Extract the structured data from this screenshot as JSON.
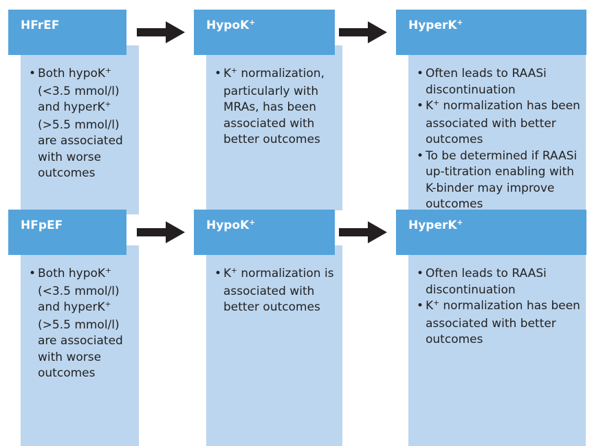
{
  "rows": [
    {
      "columns": [
        {
          "header": "HFrEF",
          "sup": "",
          "bullets": [
            {
              "parts": [
                "Both hypoK",
                "+",
                " (<3.5 mmol/l) and hyperK",
                "+",
                " (>5.5 mmol/l) are associated with worse outcomes"
              ]
            }
          ]
        },
        {
          "header": "HypoK",
          "sup": "+",
          "bullets": [
            {
              "parts": [
                "K",
                "+",
                " normalization, particularly with MRAs, has been associated with better outcomes"
              ]
            }
          ]
        },
        {
          "header": "HyperK",
          "sup": "+",
          "bullets": [
            {
              "parts": [
                "Often leads to RAASi discontinuation"
              ]
            },
            {
              "parts": [
                "K",
                "+",
                " normalization has been associated with better outcomes"
              ]
            },
            {
              "parts": [
                "To be determined if RAASi up-titration enabling with K-binder may improve outcomes"
              ]
            }
          ]
        }
      ]
    },
    {
      "columns": [
        {
          "header": "HFpEF",
          "sup": "",
          "bullets": [
            {
              "parts": [
                "Both hypoK",
                "+",
                " (<3.5 mmol/l) and hyperK",
                "+",
                " (>5.5 mmol/l) are associated with worse outcomes"
              ]
            }
          ]
        },
        {
          "header": "HypoK",
          "sup": "+",
          "bullets": [
            {
              "parts": [
                "K",
                "+",
                " normalization is associated with better outcomes"
              ]
            }
          ]
        },
        {
          "header": "HyperK",
          "sup": "+",
          "bullets": [
            {
              "parts": [
                "Often leads to RAASi discontinuation"
              ]
            },
            {
              "parts": [
                "K",
                "+",
                " normalization has been associated with better outcomes"
              ]
            }
          ]
        }
      ]
    }
  ],
  "colors": {
    "header_fill": "#55a3db",
    "panel_fill": "#bdd6ef",
    "arrow": "#231f20",
    "text": "#222222"
  }
}
